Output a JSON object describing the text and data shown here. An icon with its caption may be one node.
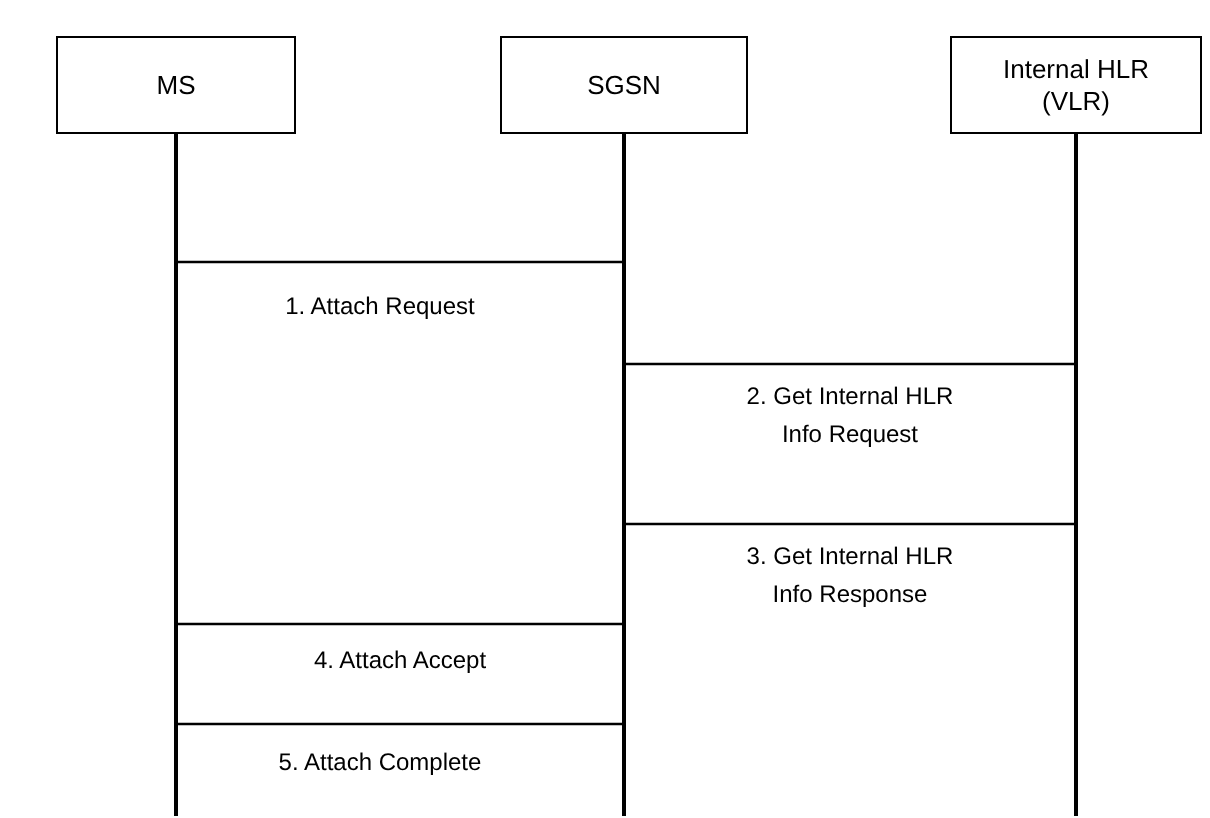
{
  "diagram": {
    "nodes": [
      {
        "text": [
          "MS"
        ]
      },
      {
        "text": [
          "SGSN"
        ]
      },
      {
        "text": [
          "Internal HLR (VLR)"
        ]
      }
    ],
    "edges": [
      {
        "from": 0,
        "to": 1,
        "arrow": "none",
        "label": "1. Attach Request"
      },
      {
        "from": 1,
        "to": 2,
        "arrow": "none",
        "label": "2. Get Internal HLR Info Request"
      },
      {
        "from": 2,
        "to": 1,
        "arrow": "none",
        "label": "3. Get Internal HLR Info Response"
      },
      {
        "from": 1,
        "to": 0,
        "arrow": "none",
        "label": "4. Attach Accept"
      },
      {
        "from": 0,
        "to": 1,
        "arrow": "none",
        "label": "5. Attach Complete"
      }
    ]
  }
}
